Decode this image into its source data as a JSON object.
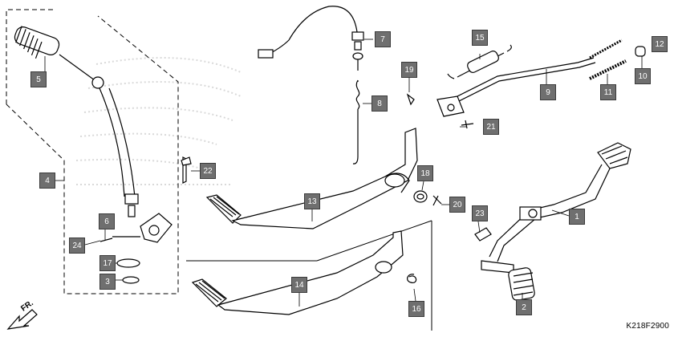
{
  "diagram": {
    "code": "K218F2900",
    "direction_label": "FR.",
    "callouts": {
      "c1": "1",
      "c2": "2",
      "c3": "3",
      "c4": "4",
      "c5": "5",
      "c6": "6",
      "c7": "7",
      "c8": "8",
      "c9": "9",
      "c10": "10",
      "c11": "11",
      "c12": "12",
      "c13": "13",
      "c14": "14",
      "c15": "15",
      "c16": "16",
      "c17": "17",
      "c18": "18",
      "c19": "19",
      "c20": "20",
      "c21": "21",
      "c22": "22",
      "c23": "23",
      "c24": "24"
    },
    "colors": {
      "callout_bg": "#6f6f6f",
      "line": "#000000",
      "watermark": "#d0d0d0"
    }
  }
}
